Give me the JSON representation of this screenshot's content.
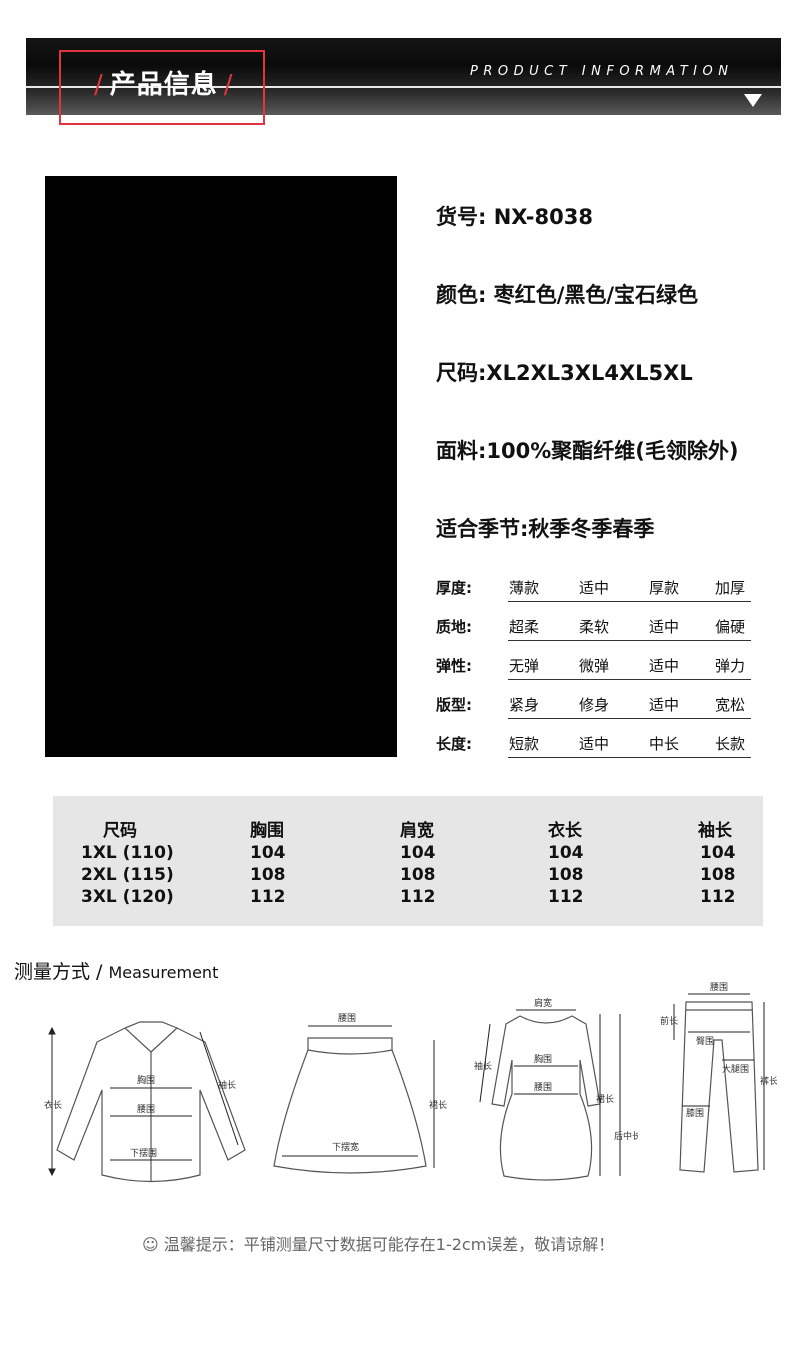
{
  "header": {
    "title": "产品信息",
    "slash": "/",
    "subtitle": "PRODUCT INFORMATION"
  },
  "specs": {
    "sku": "货号: NX-8038",
    "color": "颜色: 枣红色/黑色/宝石绿色",
    "size": "尺码:XL2XL3XL4XL5XL",
    "fabric": "面料:100%聚酯纤维(毛领除外)",
    "season": "适合季节:秋季冬季春季"
  },
  "attributes": [
    {
      "label": "厚度:",
      "options": [
        "薄款",
        "适中",
        "厚款",
        "加厚"
      ]
    },
    {
      "label": "质地:",
      "options": [
        "超柔",
        "柔软",
        "适中",
        "偏硬"
      ]
    },
    {
      "label": "弹性:",
      "options": [
        "无弹",
        "微弹",
        "适中",
        "弹力"
      ]
    },
    {
      "label": "版型:",
      "options": [
        "紧身",
        "修身",
        "适中",
        "宽松"
      ]
    },
    {
      "label": "长度:",
      "options": [
        "短款",
        "适中",
        "中长",
        "长款"
      ]
    }
  ],
  "size_table": {
    "headers": [
      "尺码",
      "胸围",
      "肩宽",
      "衣长",
      "袖长"
    ],
    "rows": [
      [
        "1XL (110)",
        "104",
        "104",
        "104",
        "104"
      ],
      [
        "2XL (115)",
        "108",
        "108",
        "108",
        "108"
      ],
      [
        "3XL (120)",
        "112",
        "112",
        "112",
        "112"
      ]
    ]
  },
  "measurement": {
    "title": "测量方式 /",
    "title_en": "Measurement",
    "shirt": {
      "length": "衣长",
      "chest": "胸围",
      "waist": "腰围",
      "hem": "下摆围",
      "sleeve": "袖长"
    },
    "skirt": {
      "waist": "腰围",
      "length": "裙长",
      "hem": "下摆宽"
    },
    "dress": {
      "shoulder": "肩宽",
      "sleeve": "袖长",
      "chest": "胸围",
      "waist": "腰围",
      "length": "裙长",
      "back_length": "后中长"
    },
    "pants": {
      "waist": "腰围",
      "front_rise": "前长",
      "hip": "臀围",
      "thigh": "大腿围",
      "knee": "膝围",
      "length": "裤长"
    }
  },
  "tip": {
    "icon": "smiley-icon",
    "text": "温馨提示：平铺测量尺寸数据可能存在1-2cm误差，敬请谅解！"
  },
  "colors": {
    "accent": "#e0353f",
    "table_bg": "#e6e6e6"
  }
}
